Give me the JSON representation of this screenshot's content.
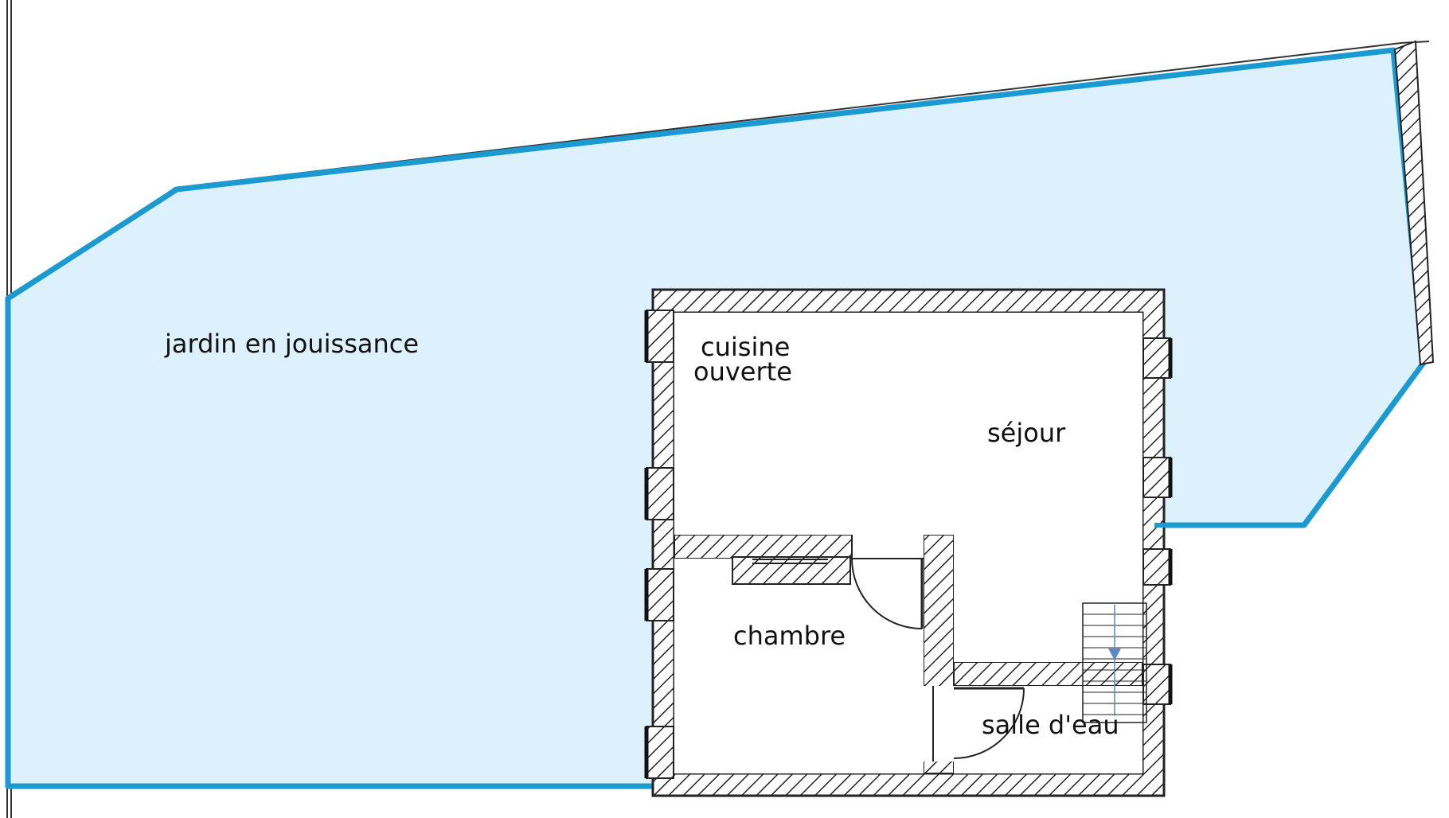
{
  "colors": {
    "garden_fill": "#dcf1fc",
    "garden_border": "#1a9ad0",
    "wall_line": "#222222",
    "stair_arrow": "#5b86c9"
  },
  "labels": {
    "garden": "jardin en jouissance",
    "kitchen_line1": "cuisine",
    "kitchen_line2": "ouverte",
    "living": "séjour",
    "bedroom": "chambre",
    "shower_room": "salle d'eau"
  }
}
